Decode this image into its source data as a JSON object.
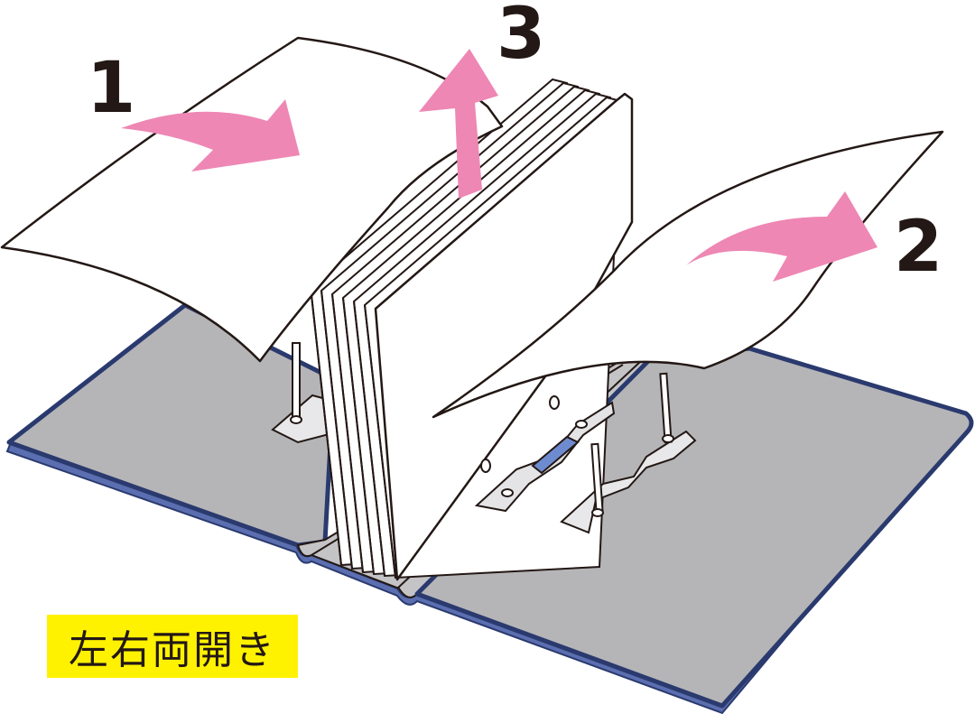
{
  "labels": {
    "step1": "1",
    "step2": "2",
    "step3": "3"
  },
  "caption": "左右両開き",
  "colors": {
    "arrow": "#ee87b4",
    "cover_fill": "#b5b5b7",
    "cover_edge": "#2a3a6e",
    "cover_trim": "#5b6eb0",
    "caption_bg": "#fff200",
    "outline": "#231815",
    "paper": "#ffffff",
    "clip_highlight": "#6f8bd0"
  }
}
